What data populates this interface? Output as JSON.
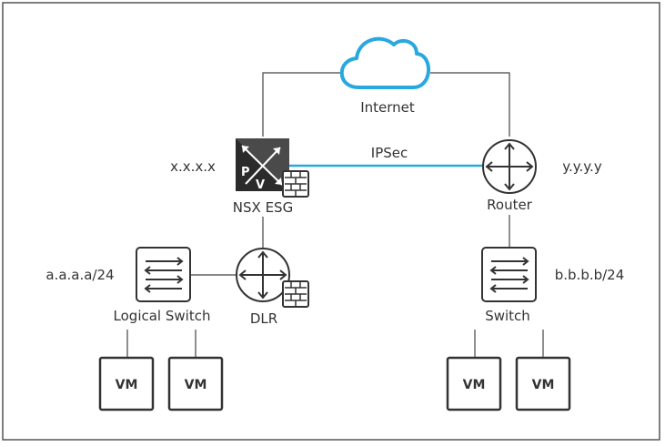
{
  "labels": {
    "internet": "Internet",
    "ipsec": "IPSec",
    "esg_ip": "x.x.x.x",
    "esg": "NSX ESG",
    "router_ip": "y.y.y.y",
    "router": "Router",
    "logical_subnet": "a.a.a.a/24",
    "logical_switch": "Logical Switch",
    "dlr": "DLR",
    "switch_subnet": "b.b.b.b/24",
    "switch": "Switch",
    "esg_p": "P",
    "esg_v": "V"
  },
  "vms": [
    "VM",
    "VM",
    "VM",
    "VM"
  ],
  "colors": {
    "ipsec_link": "#29a8e0",
    "cloud": "#29a8e0",
    "line": "#444444",
    "device": "#333333",
    "esg_fill": "#2b2b2b"
  }
}
